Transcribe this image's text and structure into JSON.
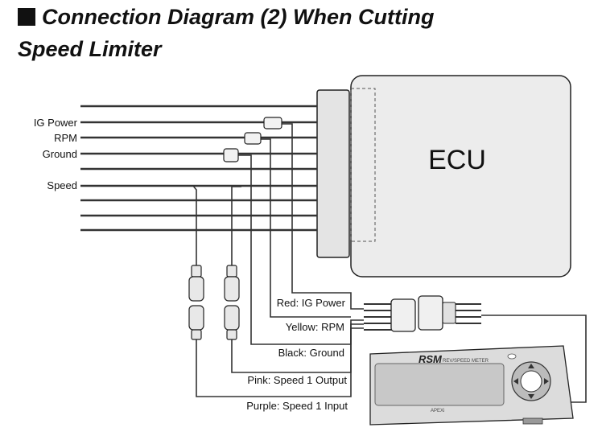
{
  "title": {
    "line1": "Connection Diagram (2) When  Cutting",
    "line2": "Speed Limiter"
  },
  "ecu": {
    "label": "ECU"
  },
  "left_labels": {
    "ig_power": "IG Power",
    "rpm": "RPM",
    "ground": "Ground",
    "speed": "Speed"
  },
  "wire_labels": {
    "red": "Red: IG Power",
    "yellow": "Yellow: RPM",
    "black": "Black: Ground",
    "pink": "Pink: Speed 1 Output",
    "purple": "Purple: Speed 1 Input"
  },
  "device": {
    "brand": "RSM",
    "subtitle": "REV/SPEED METER",
    "maker": "APEXi"
  }
}
